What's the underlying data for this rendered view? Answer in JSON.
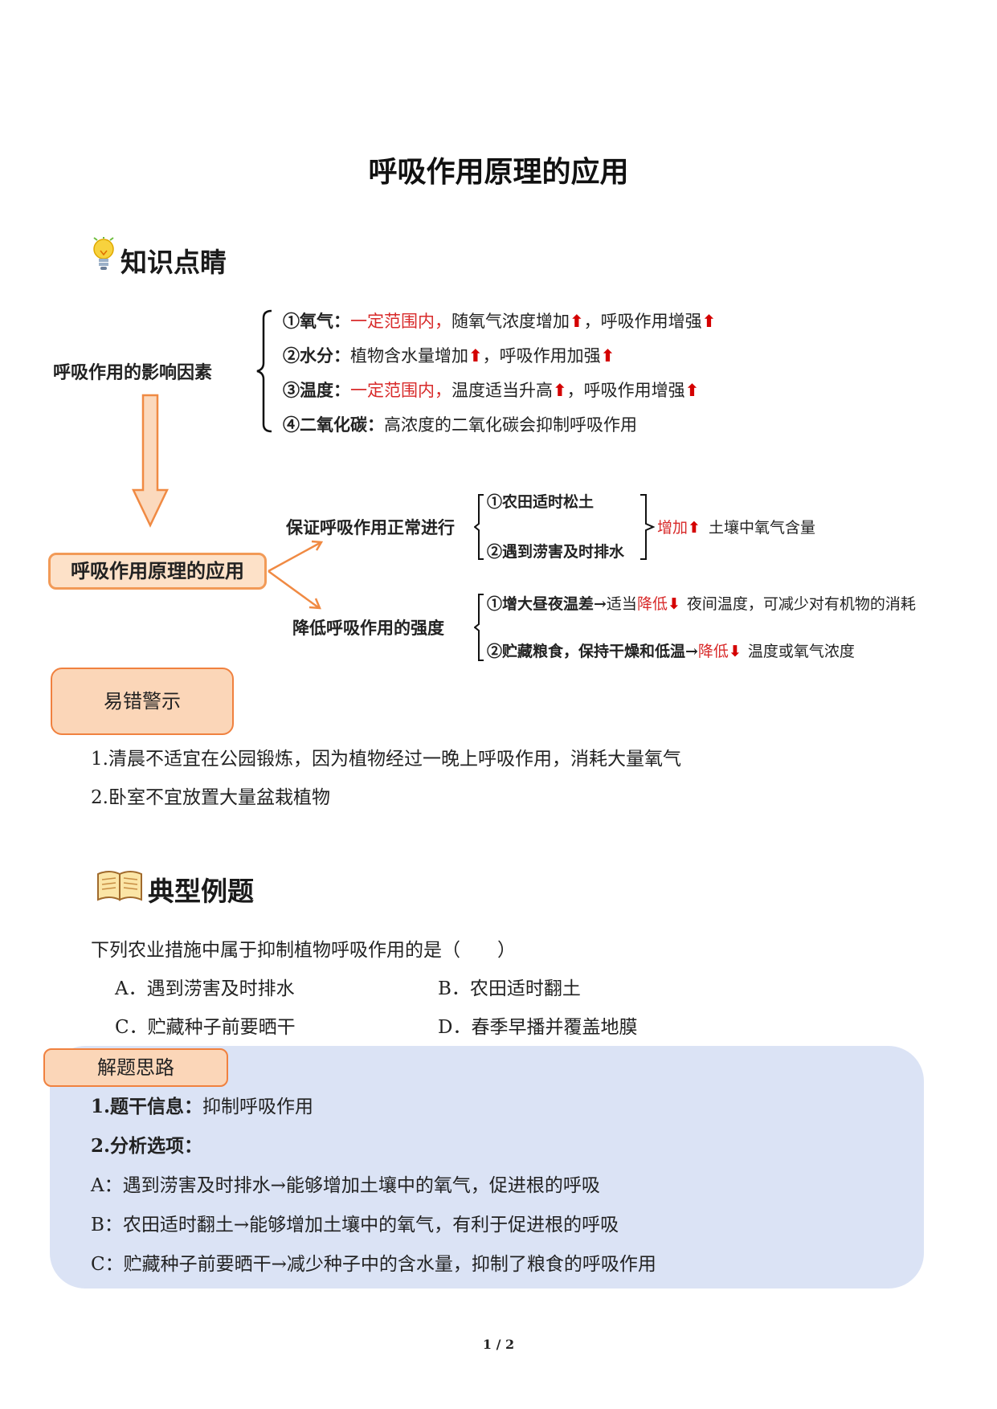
{
  "title": "呼吸作用原理的应用",
  "section_knowledge": "知识点睛",
  "factors": {
    "root": "呼吸作用的影响因素",
    "items": [
      {
        "label": "①氧气：",
        "red": "一定范围内，",
        "text": "随氧气浓度增加",
        "tail": "，呼吸作用增强"
      },
      {
        "label": "②水分：",
        "red": "",
        "text": "植物含水量增加",
        "tail": "，呼吸作用加强"
      },
      {
        "label": "③温度：",
        "red": "一定范围内，",
        "text": "温度适当升高",
        "tail": "，呼吸作用增强"
      },
      {
        "label": "④二氧化碳：",
        "red": "",
        "text": "高浓度的二氧化碳会抑制呼吸作用",
        "tail": ""
      }
    ],
    "arrow_glyph": "⬆"
  },
  "application": {
    "root": "呼吸作用原理的应用",
    "branch1": {
      "label": "保证呼吸作用正常进行",
      "items": [
        "①农田适时松土",
        "②遇到涝害及时排水"
      ],
      "result_red": "增加",
      "result_text": "土壤中氧气含量"
    },
    "branch2": {
      "label": "降低呼吸作用的强度",
      "items": [
        {
          "bold": "①增大昼夜温差→",
          "pre": "适当",
          "red": "降低",
          "text": "夜间温度，可减少对有机物的消耗"
        },
        {
          "bold": "②贮藏粮食，保持干燥和低温→",
          "pre": "",
          "red": "降低",
          "text": "温度或氧气浓度"
        }
      ],
      "down_glyph": "⬇"
    }
  },
  "warning": {
    "label": "易错警示",
    "items": [
      "1.清晨不适宜在公园锻炼，因为植物经过一晚上呼吸作用，消耗大量氧气",
      "2.卧室不宜放置大量盆栽植物"
    ]
  },
  "section_example": "典型例题",
  "question": {
    "stem": "下列农业措施中属于抑制植物呼吸作用的是（　　）",
    "options": {
      "A": "A．遇到涝害及时排水",
      "B": "B．农田适时翻土",
      "C": "C．贮藏种子前要晒干",
      "D": "D．春季早播并覆盖地膜"
    }
  },
  "analysis": {
    "tab": "解题思路",
    "line1_bold": "1.题干信息：",
    "line1_text": "抑制呼吸作用",
    "line2_bold": "2.分析选项：",
    "lines": [
      "A：遇到涝害及时排水→能够增加土壤中的氧气，促进根的呼吸",
      "B：农田适时翻土→能够增加土壤中的氧气，有利于促进根的呼吸",
      "C：贮藏种子前要晒干→减少种子中的含水量，抑制了粮食的呼吸作用"
    ]
  },
  "page_number": "1 / 2"
}
